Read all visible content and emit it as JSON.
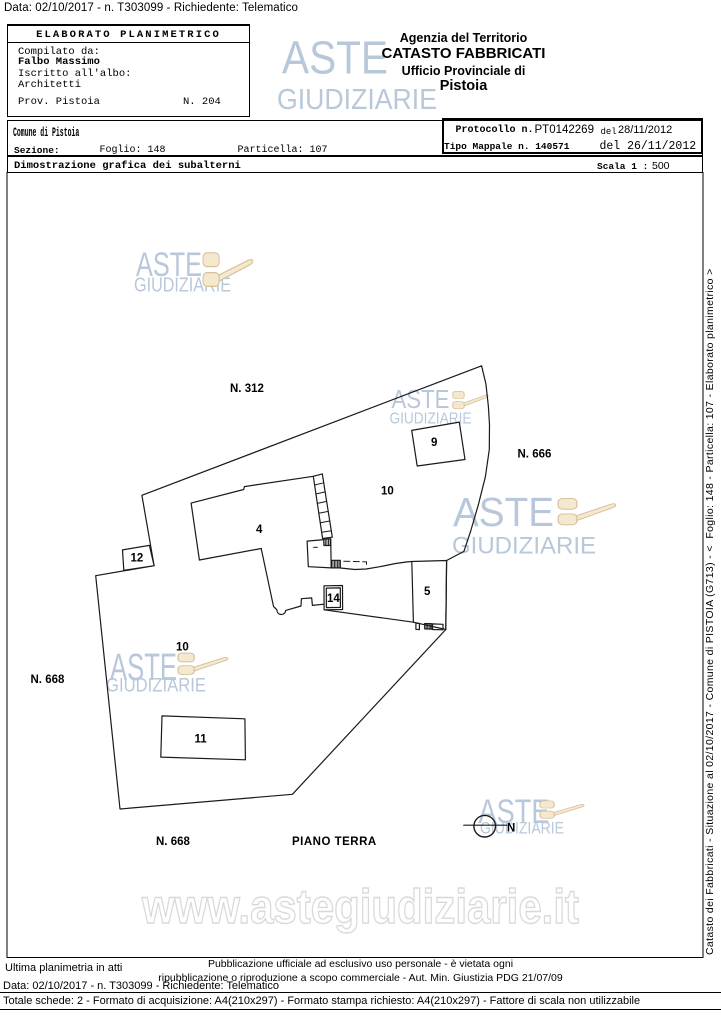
{
  "page": {
    "top_line": "Data: 02/10/2017 - n. T303099 - Richiedente: Telematico"
  },
  "header": {
    "left_box": {
      "title": "ELABORATO PLANIMETRICO",
      "compilato_label": "Compilato da:",
      "compilato_value": "Falbo Massimo",
      "albo_label": "Iscritto all'albo:",
      "albo_value": "Architetti",
      "prov": "Prov. Pistoia",
      "numero": "N. 204"
    },
    "agency": {
      "line1": "Agenzia del Territorio",
      "line2": "CATASTO FABBRICATI",
      "line3": "Ufficio Provinciale di",
      "line4": "Pistoia"
    },
    "comune_row": {
      "comune": "Comune di Pistoia",
      "sezione_label": "Sezione:",
      "foglio": "Foglio: 148",
      "particella": "Particella: 107"
    },
    "protocollo_box": {
      "protocollo_label": "Protocollo n.",
      "protocollo_value": "PT0142269",
      "del1_label": "del",
      "del1_value": "28/11/2012",
      "tipo_mappale": "Tipo Mappale n. 140571",
      "del2": "del 26/11/2012"
    },
    "dimostrazione_row": {
      "left": "Dimostrazione grafica dei subalterni",
      "scala_label": "Scala 1 :",
      "scala_value": "500"
    }
  },
  "map": {
    "labels": {
      "n312": "N. 312",
      "n666": "N. 666",
      "n668_left": "N. 668",
      "n668_bottom": "N. 668",
      "piano_terra": "PIANO TERRA",
      "sub4": "4",
      "sub5": "5",
      "sub9": "9",
      "sub10_top": "10",
      "sub10_bottom": "10",
      "sub11": "11",
      "sub12": "12",
      "sub14": "14",
      "north": "N"
    }
  },
  "watermark": {
    "line1": "ASTE",
    "line2": "GIUDIZIARIE",
    "url": "www.astegiudiziarie.it",
    "text_color": "#a7bad2",
    "url_stroke_color": "#d9d9d9",
    "gavel_fill": "#f2e3c2",
    "gavel_stroke": "#d6bb8e"
  },
  "sidebar": {
    "vertical_text": "Catasto dei Fabbricati - Situazione al 02/10/2017 - Comune di PISTOIA (G713) - <  Foglio: 148 - Particella: 107 - Elaborato planimetrico >"
  },
  "footer": {
    "ultima": "Ultima planimetria in atti",
    "pub_line1": "Pubblicazione ufficiale ad esclusivo uso personale - è vietata ogni",
    "pub_line2": "ripubblicazione o riproduzione a scopo commerciale - Aut. Min. Giustizia PDG 21/07/09",
    "data_line": "Data: 02/10/2017 - n. T303099 - Richiedente: Telematico",
    "totale": "Totale schede: 2 - Formato di acquisizione: A4(210x297)  - Formato stampa richiesto: A4(210x297) - Fattore di scala non utilizzabile"
  }
}
